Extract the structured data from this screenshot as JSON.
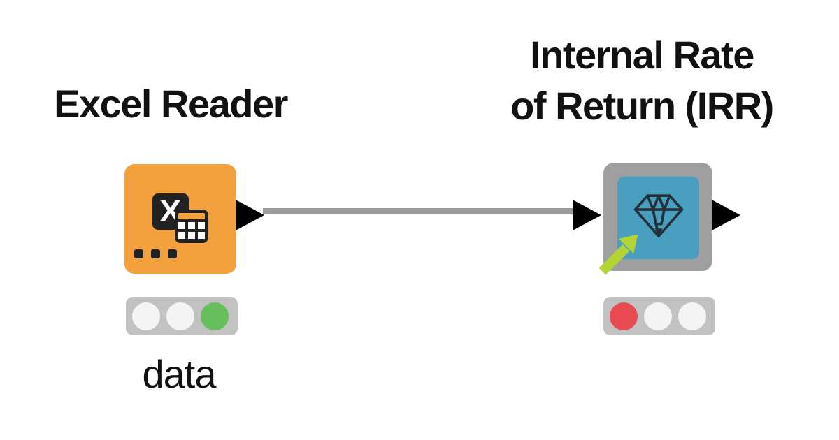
{
  "canvas": {
    "background": "#FFFFFF"
  },
  "nodes": {
    "excel_reader": {
      "title": "Excel Reader",
      "type": "reader-node",
      "body_color": "#F2A13E",
      "icon": "excel-table-icon",
      "icon_letter": "X",
      "output_port_label": "data",
      "status_lights": [
        "white",
        "white",
        "green"
      ]
    },
    "irr": {
      "title_line1": "Internal Rate",
      "title_line2": "of Return (IRR)",
      "type": "component-node",
      "frame_color": "#9F9F9F",
      "icon_bg_color": "#4A9EC0",
      "icon": "diamond-icon",
      "link_arrow_color": "#B2D434",
      "status_lights": [
        "red",
        "white",
        "white"
      ]
    }
  },
  "connection": {
    "from": "excel_reader",
    "to": "irr",
    "color": "#9B9B9B"
  },
  "status_colors": {
    "white": "#F4F4F4",
    "green": "#67BE5C",
    "red": "#E84A52"
  },
  "port_color": "#000000"
}
